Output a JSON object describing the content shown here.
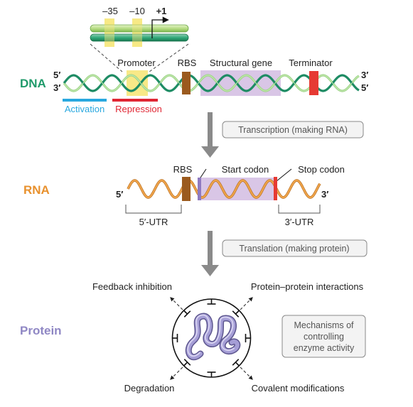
{
  "colors": {
    "dna": "#1f9a6a",
    "rna": "#e8912e",
    "protein": "#8f87c4",
    "activation": "#29a8df",
    "repression": "#e02633",
    "rbs": "#9b5a1e",
    "promoter": "#f7e77a",
    "structural": "#d9c6e6",
    "terminator": "#e63a33",
    "arrow": "#8a8a8a"
  },
  "dna": {
    "label": "DNA",
    "five_left": "5′",
    "three_left": "3′",
    "three_right": "3′",
    "five_right": "5′",
    "minus35": "–35",
    "minus10": "–10",
    "plus1": "+1",
    "promoter": "Promoter",
    "rbs": "RBS",
    "structural_gene": "Structural gene",
    "terminator": "Terminator",
    "activation": "Activation",
    "repression": "Repression"
  },
  "transcription": "Transcription (making RNA)",
  "rna": {
    "label": "RNA",
    "five": "5′",
    "three": "3′",
    "rbs": "RBS",
    "start_codon": "Start codon",
    "stop_codon": "Stop codon",
    "utr5": "5′-UTR",
    "utr3": "3′-UTR"
  },
  "translation": "Translation (making protein)",
  "protein": {
    "label": "Protein",
    "feedback": "Feedback inhibition",
    "ppi": "Protein–protein interactions",
    "degradation": "Degradation",
    "covalent": "Covalent modifications",
    "mechanisms_line1": "Mechanisms of",
    "mechanisms_line2": "controlling",
    "mechanisms_line3": "enzyme activity"
  }
}
